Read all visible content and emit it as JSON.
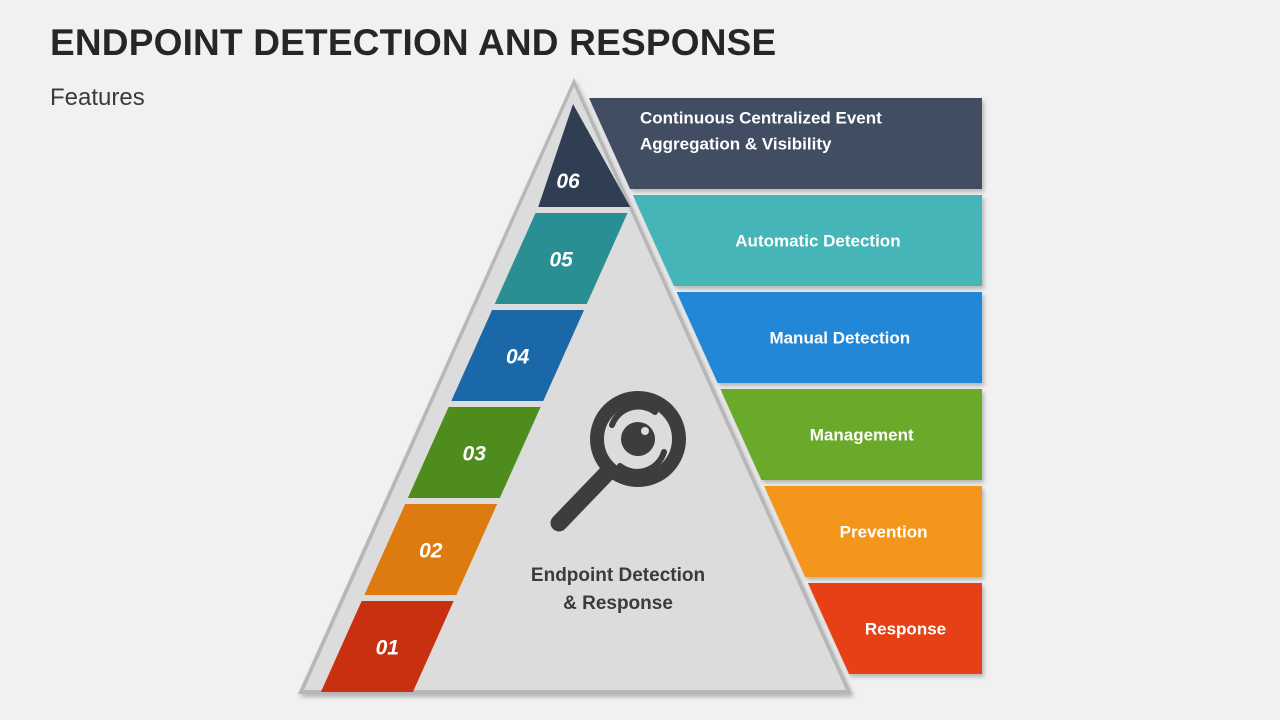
{
  "header": {
    "title": "ENDPOINT DETECTION AND RESPONSE",
    "subtitle": "Features"
  },
  "center": {
    "icon": "magnifier-eye-icon",
    "label_line1": "Endpoint Detection",
    "label_line2": "& Response"
  },
  "levels": [
    {
      "number": "06",
      "lines": [
        "Continuous Centralized Event",
        "Aggregation & Visibility"
      ],
      "num_color": "#2f3e52",
      "band_color": "#3f4e63"
    },
    {
      "number": "05",
      "lines": [
        "Automatic Detection"
      ],
      "num_color": "#2a8f92",
      "band_color": "#45b5b8"
    },
    {
      "number": "04",
      "lines": [
        "Manual Detection"
      ],
      "num_color": "#1a68a8",
      "band_color": "#2087d6"
    },
    {
      "number": "03",
      "lines": [
        "Management"
      ],
      "num_color": "#4e8c1e",
      "band_color": "#6aaa2a"
    },
    {
      "number": "02",
      "lines": [
        "Prevention"
      ],
      "num_color": "#dd7a10",
      "band_color": "#f5961e"
    },
    {
      "number": "01",
      "lines": [
        "Response"
      ],
      "num_color": "#c9300f",
      "band_color": "#e84117"
    }
  ]
}
